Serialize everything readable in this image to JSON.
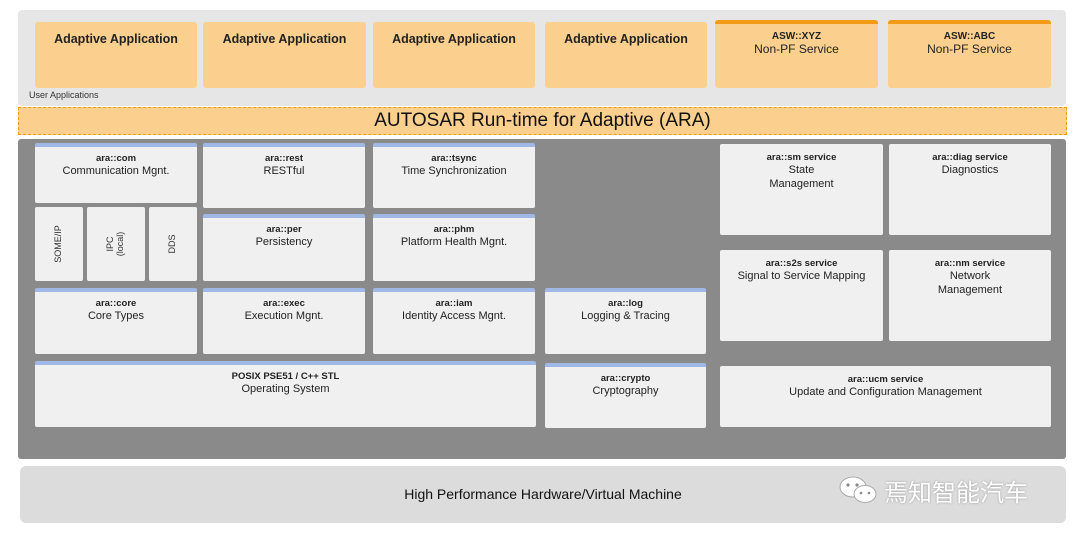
{
  "apps": {
    "functional": [
      "Adaptive Application",
      "Adaptive Application",
      "Adaptive Application",
      "Adaptive Application"
    ],
    "services": [
      {
        "title": "ASW::XYZ",
        "desc": "Non-PF Service"
      },
      {
        "title": "ASW::ABC",
        "desc": "Non-PF Service"
      }
    ],
    "panel_label": "User Applications"
  },
  "ara_label": "AUTOSAR Run-time for Adaptive (ARA)",
  "fc": {
    "com": {
      "title": "ara::com",
      "desc": "Communication Mgnt.",
      "bindings": [
        "SOME/IP",
        "IPC\n(local)",
        "DDS"
      ]
    },
    "rest": {
      "title": "ara::rest",
      "desc": "RESTful"
    },
    "tsync": {
      "title": "ara::tsync",
      "desc": "Time Synchronization"
    },
    "per": {
      "title": "ara::per",
      "desc": "Persistency"
    },
    "phm": {
      "title": "ara::phm",
      "desc": "Platform Health Mgnt."
    },
    "core": {
      "title": "ara::core",
      "desc": "Core Types"
    },
    "exec": {
      "title": "ara::exec",
      "desc": "Execution Mgnt."
    },
    "iam": {
      "title": "ara::iam",
      "desc": "Identity Access Mgnt."
    },
    "log": {
      "title": "ara::log",
      "desc": "Logging & Tracing"
    },
    "os": {
      "title": "POSIX PSE51 / C++ STL",
      "desc": "Operating System"
    },
    "crypto": {
      "title": "ara::crypto",
      "desc": "Cryptography"
    },
    "sm": {
      "title": "ara::sm service",
      "desc": "State\nManagement"
    },
    "diag": {
      "title": "ara::diag service",
      "desc": "Diagnostics"
    },
    "s2s": {
      "title": "ara::s2s service",
      "desc": "Signal to Service Mapping"
    },
    "nm": {
      "title": "ara::nm service",
      "desc": "Network\nManagement"
    },
    "ucm": {
      "title": "ara::ucm service",
      "desc": "Update and Configuration Management"
    }
  },
  "hardware_label": "High Performance Hardware/Virtual Machine",
  "watermark_text": "焉知智能汽车",
  "colors": {
    "app_fill": "#fbcf8d",
    "accent_orange": "#f39a17",
    "fc_panel": "#8a8a8a",
    "box_accent": "#9fb8e6"
  }
}
